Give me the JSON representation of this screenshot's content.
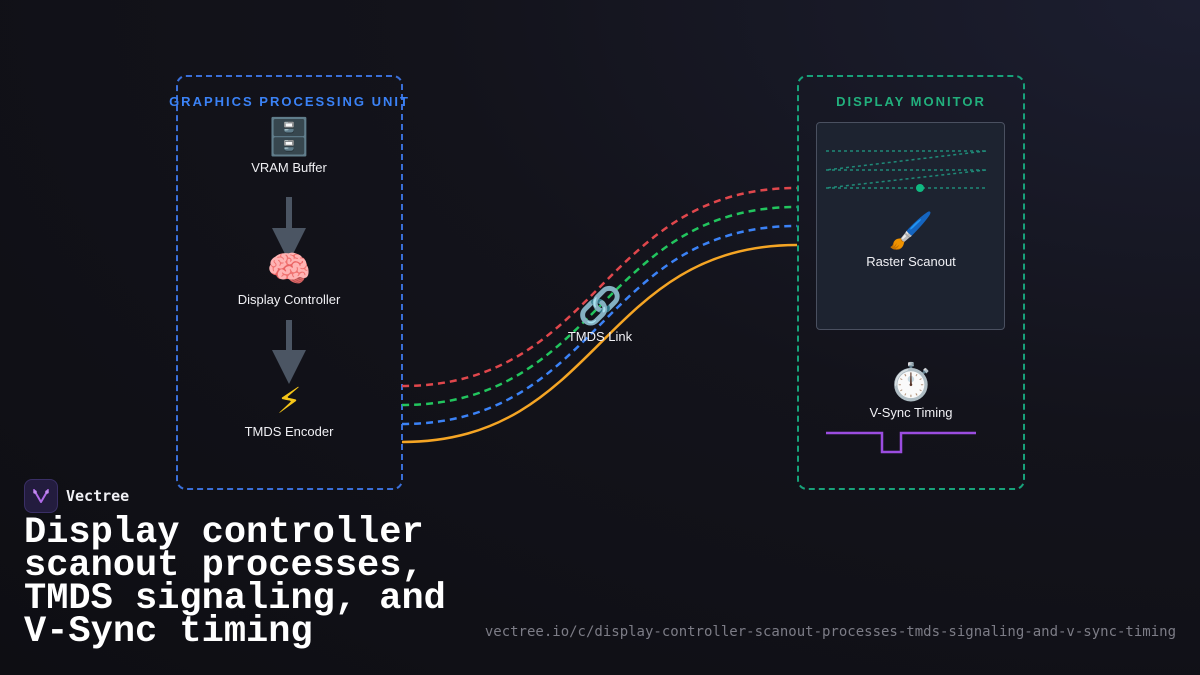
{
  "gpu": {
    "title": "GRAPHICS PROCESSING UNIT",
    "nodes": [
      {
        "icon": "🗄️",
        "icon_name": "file-cabinet-icon",
        "label": "VRAM Buffer"
      },
      {
        "icon": "🧠",
        "icon_name": "brain-icon",
        "label": "Display Controller"
      },
      {
        "icon": "⚡",
        "icon_name": "lightning-icon",
        "label": "TMDS Encoder"
      }
    ]
  },
  "link": {
    "icon": "🔗",
    "icon_name": "link-icon",
    "label": "TMDS Link"
  },
  "monitor": {
    "title": "DISPLAY MONITOR",
    "scanout": {
      "icon": "🖌️",
      "icon_name": "paintbrush-icon",
      "label": "Raster Scanout"
    },
    "vsync": {
      "icon": "⏱️",
      "icon_name": "stopwatch-icon",
      "label": "V-Sync Timing"
    }
  },
  "brand": {
    "name": "Vectree"
  },
  "headline": "Display controller scanout processes, TMDS signaling, and V-Sync timing",
  "url": "vectree.io/c/display-controller-scanout-processes-tmds-signaling-and-v-sync-timing",
  "colors": {
    "gpu_accent": "#3b82f6",
    "monitor_accent": "#10b981",
    "tmds_lanes": [
      "#e0474c",
      "#22c55e",
      "#3b82f6",
      "#f5a524"
    ],
    "vsync_pulse": "#9b4de0",
    "arrow": "#4b5563"
  }
}
